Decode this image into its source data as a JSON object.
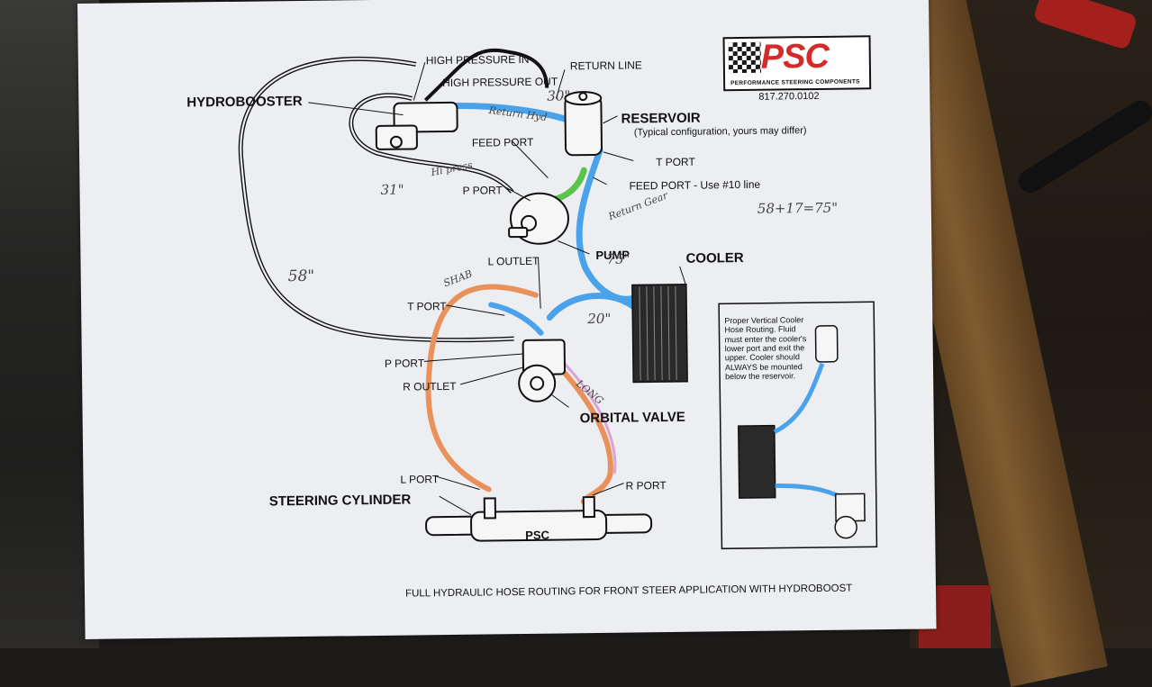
{
  "logo": {
    "brand": "PSC",
    "tagline": "PERFORMANCE STEERING COMPONENTS",
    "phone": "817.270.0102"
  },
  "labels": {
    "hydrobooster": "HYDROBOOSTER",
    "high_pressure_in": "HIGH PRESSURE IN",
    "high_pressure_out": "HIGH PRESSURE OUT",
    "return_line": "RETURN LINE",
    "reservoir": "RESERVOIR",
    "reservoir_note": "(Typical configuration, yours may differ)",
    "feed_port_top": "FEED PORT",
    "t_port_res": "T PORT",
    "p_port_pump": "P PORT",
    "feed_port_note": "FEED PORT - Use #10 line",
    "pump": "PUMP",
    "cooler": "COOLER",
    "l_outlet": "L OUTLET",
    "t_port_valve": "T PORT",
    "p_port_valve": "P  PORT",
    "r_outlet": "R OUTLET",
    "orbital_valve": "ORBITAL VALVE",
    "l_port": "L PORT",
    "r_port": "R PORT",
    "steering_cylinder": "STEERING CYLINDER",
    "cylinder_brand": "PSC",
    "caption": "FULL HYDRAULIC HOSE ROUTING FOR FRONT STEER APPLICATION WITH HYDROBOOST"
  },
  "inset_note": "Proper Vertical Cooler Hose Routing.  Fluid must enter the cooler's lower port and exit the upper. Cooler should ALWAYS be mounted below the reservoir.",
  "handwriting": {
    "len_30": "30\"",
    "return_hyd": "Return Hyd",
    "len_31": "31\"",
    "hi_press": "Hi press",
    "return_gear": "Return Gear",
    "len_75": "75\"",
    "len_58": "58\"",
    "len_20": "20\"",
    "sum": "58+17=75\"",
    "short": "SHAB",
    "long": "LONG"
  },
  "colors": {
    "blue_hose": "#4aa3ea",
    "orange_hose": "#e9915a",
    "green_hose": "#5cc44d",
    "pink_hose": "#d98fd0",
    "logo_red": "#d62a2a"
  }
}
